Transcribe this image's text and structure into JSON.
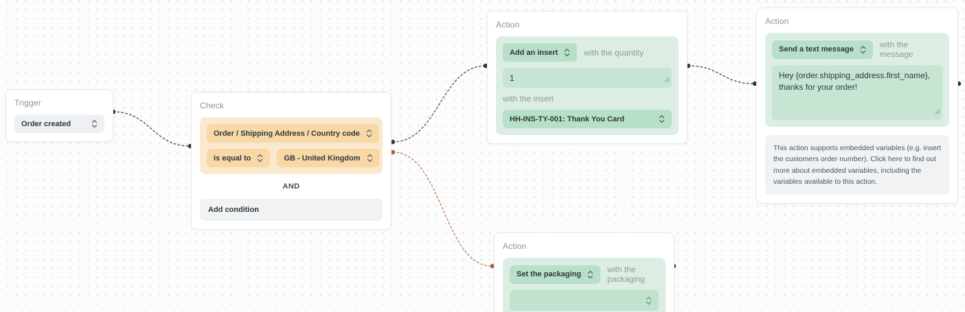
{
  "canvas": {
    "background": "#fcfcfd",
    "grid_dot_color": "#d9dbdd"
  },
  "colors": {
    "node_border": "#e6e8ea",
    "check_group_bg": "#fbe9cf",
    "check_pill_bg": "#f8d9a5",
    "action_group_bg": "#dceee3",
    "action_pill_bg": "#b8dfc8",
    "action_field_bg": "#c6e5d3",
    "trigger_pill_bg": "#eef0f3",
    "info_box_bg": "#f1f2f3",
    "edge_dark": "#47525a",
    "edge_green": "#3e6454",
    "edge_orange": "#c3835a",
    "port_dark": "#2e3437",
    "port_orange": "#a96135"
  },
  "trigger_node": {
    "title": "Trigger",
    "event_select": "Order created"
  },
  "check_node": {
    "title": "Check",
    "field_select": "Order / Shipping Address / Country code",
    "operator_select": "is equal to",
    "value_select": "GB - United Kingdom",
    "joiner_label": "AND",
    "add_condition_label": "Add condition"
  },
  "insert_action_node": {
    "title": "Action",
    "action_select": "Add an insert",
    "quantity_label": "with the quantity",
    "quantity_value": "1",
    "insert_label": "with the insert",
    "insert_select": "HH-INS-TY-001: Thank You Card"
  },
  "sms_action_node": {
    "title": "Action",
    "action_select": "Send a text message",
    "message_label": "with the message",
    "message_value": "Hey {order.shipping_address.first_name}, thanks for your order!",
    "info_text": "This action supports embedded variables (e.g. insert the customers order number). Click here to find out more about embedded variables, including the variables available to this action."
  },
  "packaging_action_node": {
    "title": "Action",
    "action_select": "Set the packaging",
    "packaging_label": "with the packaging",
    "packaging_select": ""
  },
  "connections": [
    {
      "from": "trigger-node",
      "to": "check-node",
      "color": "#47525a"
    },
    {
      "from": "check-node-true",
      "to": "insert-action-node",
      "color": "#3e6454"
    },
    {
      "from": "check-node-false",
      "to": "packaging-action-node",
      "color": "#c3835a"
    },
    {
      "from": "insert-action-node",
      "to": "sms-action-node",
      "color": "#47525a"
    }
  ]
}
